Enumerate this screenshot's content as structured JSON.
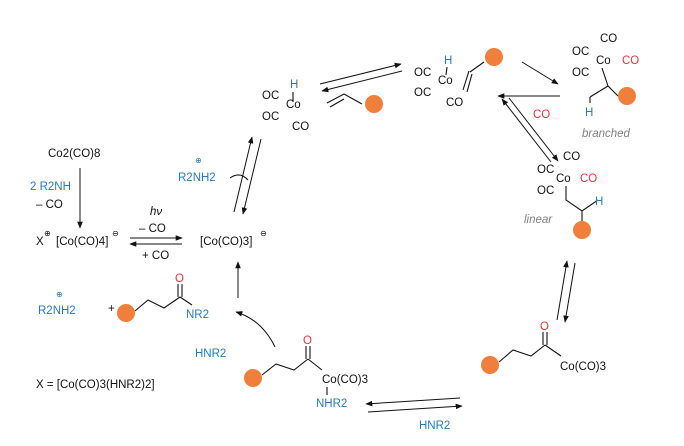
{
  "colors": {
    "substituent": "#f07f3c",
    "reagent_blue": "#2a7ab8",
    "carbonyl_red": "#e8343e",
    "label_gray": "#808080",
    "ink": "#111111"
  },
  "precatalyst": {
    "dicobalt": "Co2(CO)8",
    "reagent_amine": "2 R2NH",
    "byproduct_co": "– CO",
    "cation_symbol": "X",
    "anion_formula": "[Co(CO)4]",
    "anion_charge": "⊖"
  },
  "activation": {
    "light": "hν",
    "loss_co": "– CO",
    "gain_co": "+ CO",
    "active_catalyst": "[Co(CO)3]",
    "active_charge": "⊖"
  },
  "ammonium": {
    "charge": "⊕",
    "formula": "R2NH2"
  },
  "hydride_complex": {
    "hydrogen": "H",
    "co_labels": [
      "OC",
      "Co",
      "OC",
      "CO"
    ]
  },
  "alkene_complex": {
    "hydrogen": "H",
    "co_labels": [
      "OC",
      "Co",
      "OC",
      "CO"
    ]
  },
  "branched": {
    "co_labels": [
      "CO",
      "OC",
      "Co",
      "CO",
      "OC"
    ],
    "hydrogen": "H",
    "label": "branched",
    "co_added": "CO"
  },
  "linear": {
    "co_labels": [
      "CO",
      "OC",
      "Co",
      "CO",
      "OC"
    ],
    "hydrogen": "H",
    "label": "linear"
  },
  "acyl_complex": {
    "oxygen": "O",
    "metal_fragment": "Co(CO)3"
  },
  "aminolysis_intermediate": {
    "oxygen": "O",
    "metal_fragment": "Co(CO)3",
    "amine": "NHR2",
    "reagent": "HNR2"
  },
  "bottom_reagent": "HNR2",
  "product_line": {
    "ammonium_charge": "⊕",
    "ammonium": "R2NH2",
    "plus": "+",
    "oxygen": "O",
    "amide_n": "NR2"
  },
  "footnote": {
    "prefix": "X = [Co(CO)3(",
    "amine": "HNR2",
    "suffix": ")2]"
  }
}
